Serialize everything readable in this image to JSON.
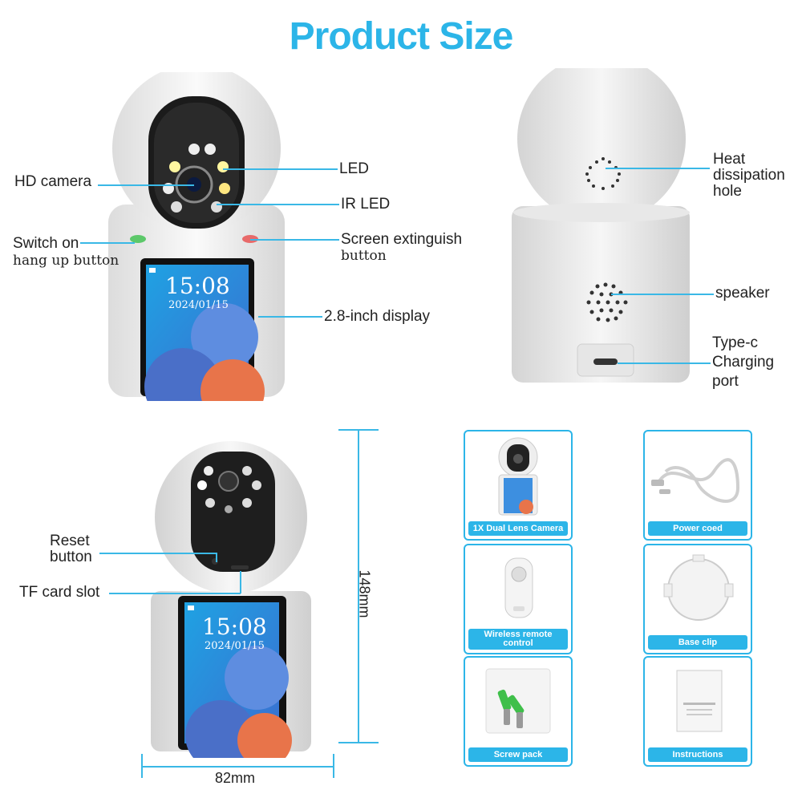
{
  "header": {
    "title": "Product Size"
  },
  "front_view": {
    "labels": {
      "hd_camera": "HD camera",
      "led": "LED",
      "ir_led": "IR LED",
      "switch_on": "Switch on",
      "hang_up": "hang up button",
      "screen_ext": "Screen extinguish",
      "screen_ext2": "button",
      "display": "2.8-inch display"
    },
    "screen": {
      "time": "15:08",
      "date": "2024/01/15"
    }
  },
  "back_view": {
    "labels": {
      "heat1": "Heat",
      "heat2": "dissipation",
      "heat3": "hole",
      "speaker": "speaker",
      "typec1": "Type-c",
      "typec2": "Charging",
      "typec3": "port"
    }
  },
  "side_view": {
    "labels": {
      "reset1": "Reset",
      "reset2": "button",
      "tf": "TF card slot"
    },
    "height": "148mm",
    "width": "82mm",
    "screen": {
      "time": "15:08",
      "date": "2024/01/15"
    }
  },
  "package": {
    "items": [
      {
        "caption": "1X Dual Lens Camera"
      },
      {
        "caption": "Power coed"
      },
      {
        "caption": "Wireless remote control"
      },
      {
        "caption": "Base clip"
      },
      {
        "caption": "Screw pack"
      },
      {
        "caption": "Instructions"
      }
    ]
  },
  "colors": {
    "accent": "#2cb5e8",
    "screen_blue": "#3d7fd6",
    "screen_orange": "#e8744a"
  }
}
